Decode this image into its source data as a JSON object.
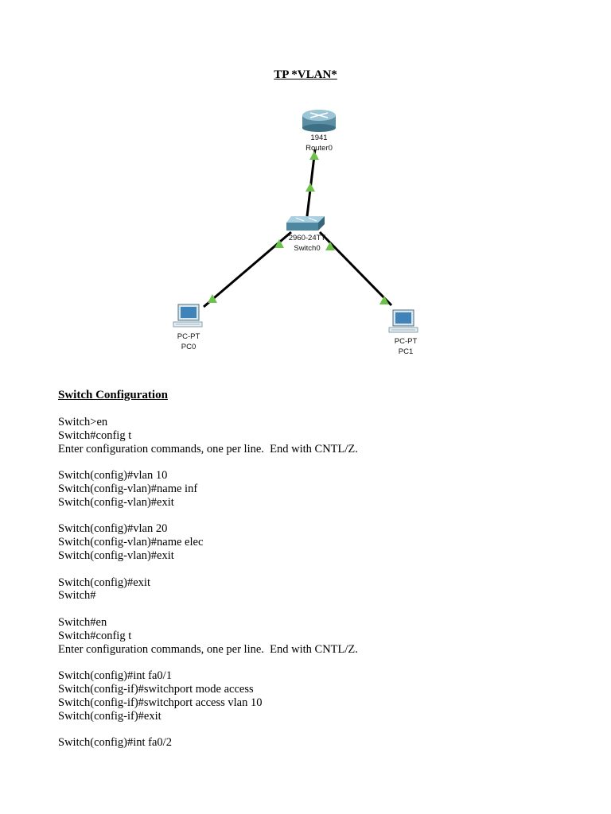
{
  "title": "TP *VLAN*",
  "diagram": {
    "router": {
      "model": "1941",
      "name": "Router0"
    },
    "switch": {
      "model": "2960-24TT",
      "name": "Switch0"
    },
    "pc0": {
      "model": "PC-PT",
      "name": "PC0"
    },
    "pc1": {
      "model": "PC-PT",
      "name": "PC1"
    },
    "link_color": "#000000",
    "status_color": "#6cc24a"
  },
  "section_title": "Switch Configuration",
  "config_blocks": [
    [
      "Switch>en",
      "Switch#config t",
      "Enter configuration commands, one per line.  End with CNTL/Z."
    ],
    [
      "Switch(config)#vlan 10",
      "Switch(config-vlan)#name inf",
      "Switch(config-vlan)#exit"
    ],
    [
      "Switch(config)#vlan 20",
      "Switch(config-vlan)#name elec",
      "Switch(config-vlan)#exit"
    ],
    [
      "Switch(config)#exit",
      "Switch#"
    ],
    [
      "Switch#en",
      "Switch#config t",
      "Enter configuration commands, one per line.  End with CNTL/Z."
    ],
    [
      "Switch(config)#int fa0/1",
      "Switch(config-if)#switchport mode access",
      "Switch(config-if)#switchport access vlan 10",
      "Switch(config-if)#exit"
    ],
    [
      "Switch(config)#int fa0/2"
    ]
  ]
}
